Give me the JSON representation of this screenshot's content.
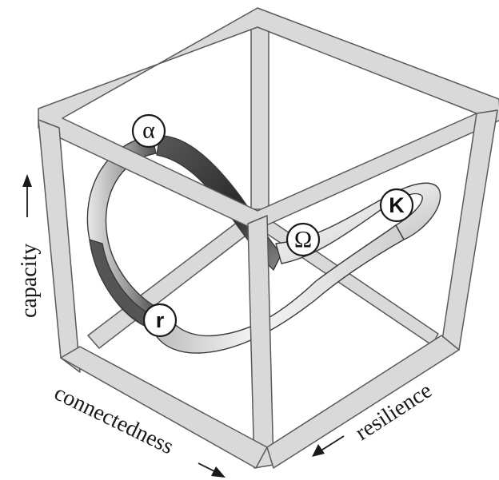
{
  "axes": {
    "vertical": "capacity",
    "left_bottom": "connectedness",
    "right_bottom": "resilience"
  },
  "nodes": {
    "alpha": "α",
    "kappa": "K",
    "omega": "Ω",
    "r": "r"
  },
  "colors": {
    "frame_fill": "#d9d9d9",
    "frame_stroke": "#5a5a5a",
    "ribbon_light": "#f2f2f2",
    "ribbon_dark": "#4a4a4a",
    "node_fill": "#ffffff",
    "text": "#1a1a1a"
  }
}
